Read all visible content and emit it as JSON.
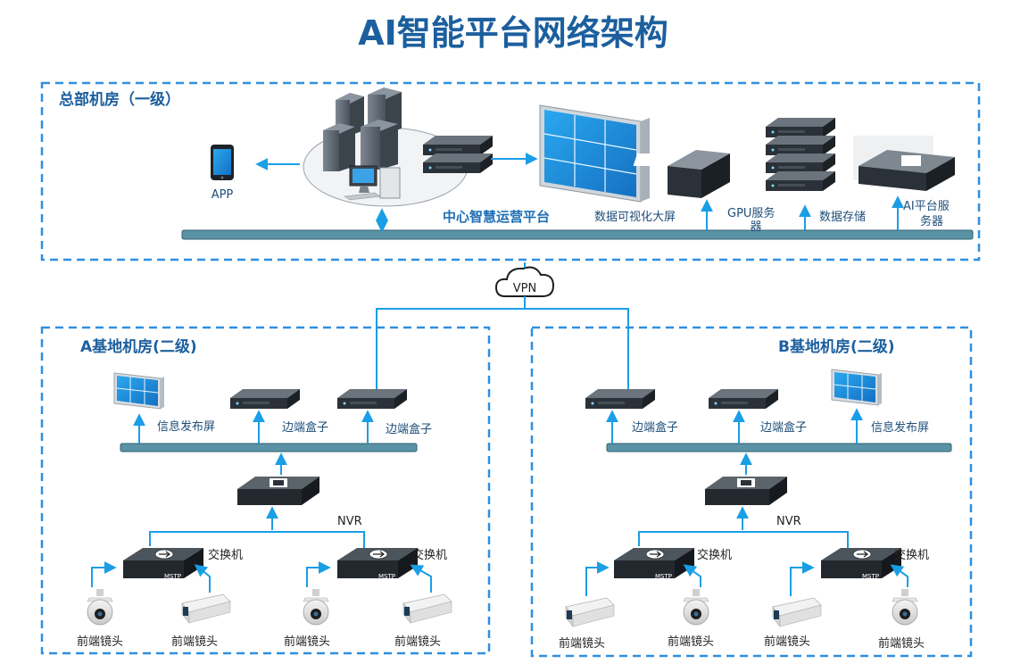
{
  "title": "AI智能平台网络架构",
  "hq": {
    "zone_label": "总部机房（一级）",
    "app_label": "APP",
    "platform_label": "中心智慧运营平台",
    "video_wall_label": "数据可视化大屏",
    "gpu_label": "GPU服务",
    "gpu_label_2": "器",
    "storage_label": "数据存储",
    "ai_server_label": "AI平台服",
    "ai_server_label_2": "务器"
  },
  "vpn_label": "VPN",
  "site_a": {
    "zone_label": "A基地机房(二级)",
    "display_label": "信息发布屏",
    "edge_box_1_label": "边端盒子",
    "edge_box_2_label": "边端盒子",
    "nvr_label": "NVR",
    "switch_1_label": "交换机",
    "switch_2_label": "交换机",
    "camera_1_label": "前端镜头",
    "camera_2_label": "前端镜头",
    "camera_3_label": "前端镜头",
    "camera_4_label": "前端镜头"
  },
  "site_b": {
    "zone_label": "B基地机房(二级)",
    "edge_box_1_label": "边端盒子",
    "edge_box_2_label": "边端盒子",
    "display_label": "信息发布屏",
    "nvr_label": "NVR",
    "switch_1_label": "交换机",
    "switch_2_label": "交换机",
    "camera_1_label": "前端镜头",
    "camera_2_label": "前端镜头",
    "camera_3_label": "前端镜头",
    "camera_4_label": "前端镜头"
  },
  "device_tag": "MSTP",
  "colors": {
    "title": "#1c5f9e",
    "zone_border": "#2f8fe0",
    "connector": "#1a9ee6",
    "bus": "#5b93a6"
  }
}
